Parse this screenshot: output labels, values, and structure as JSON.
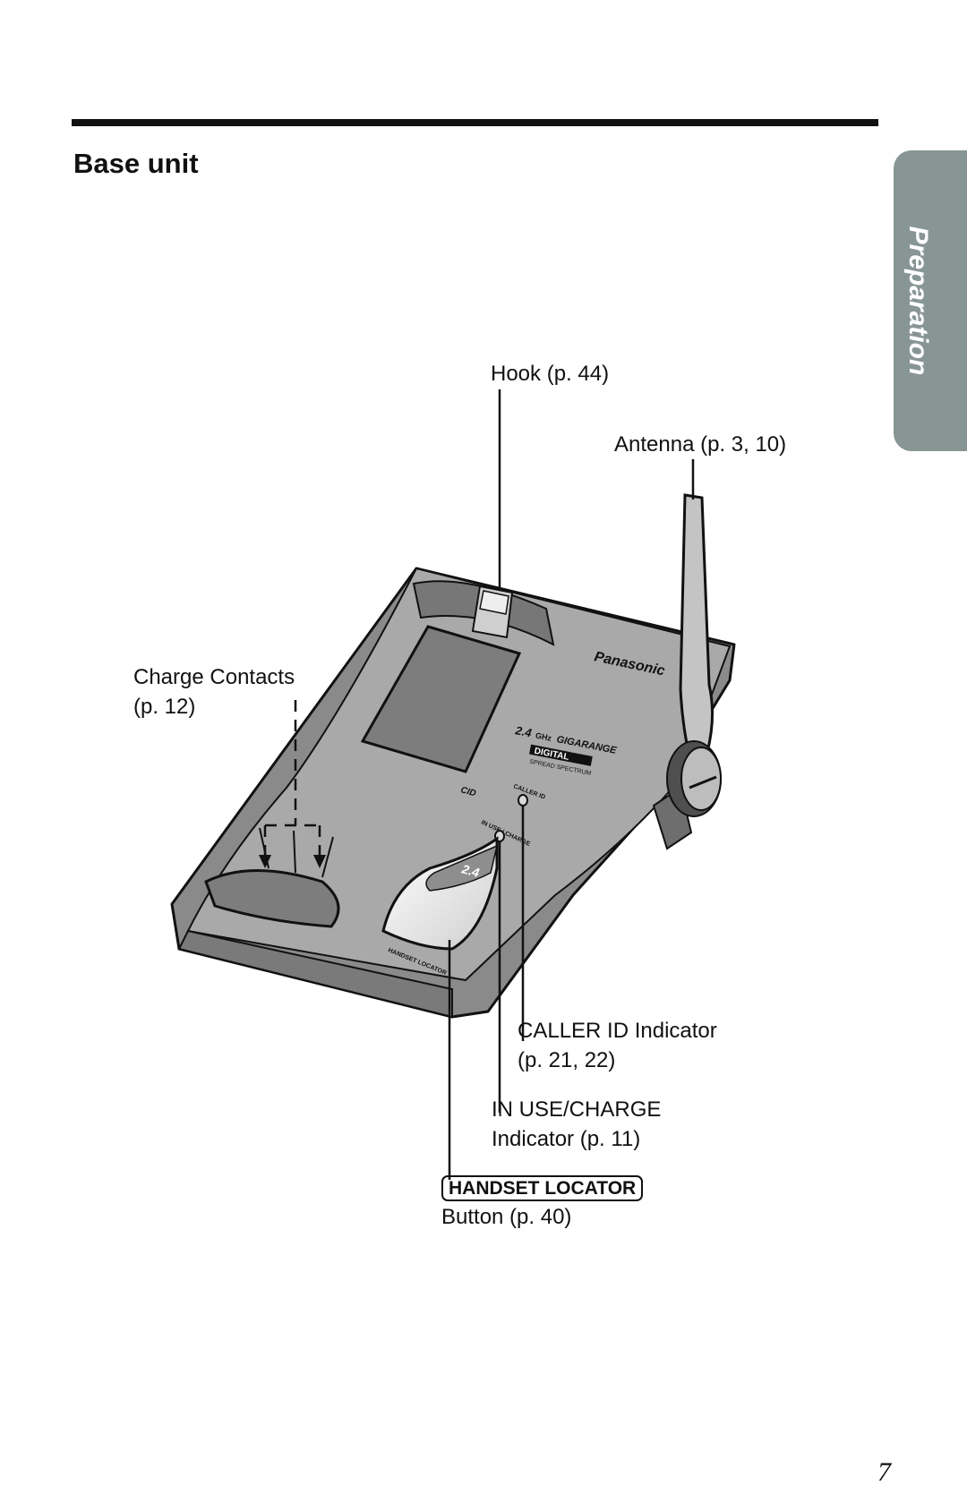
{
  "page": {
    "section_tab": "Preparation",
    "title": "Base unit",
    "page_number": "7"
  },
  "labels": {
    "hook": "Hook (p. 44)",
    "antenna": "Antenna (p. 3, 10)",
    "charge_contacts_1": "Charge Contacts",
    "charge_contacts_2": "(p. 12)",
    "caller_id_1": "CALLER ID Indicator",
    "caller_id_2": "(p. 21, 22)",
    "in_use_1": "IN USE/CHARGE",
    "in_use_2": "Indicator (p. 11)",
    "locator_key": "HANDSET LOCATOR",
    "locator_2": "Button (p. 40)"
  },
  "device_markings": {
    "brand": "Panasonic",
    "band": "2.4",
    "band_unit": "GHz",
    "range_name": "GIGARANGE",
    "digital": "DIGITAL",
    "spread": "SPREAD SPECTRUM",
    "caller_id": "CALLER ID",
    "in_use_charge": "IN USE / CHARGE",
    "handset_locator": "HANDSET LOCATOR",
    "logo_text": "CID"
  }
}
